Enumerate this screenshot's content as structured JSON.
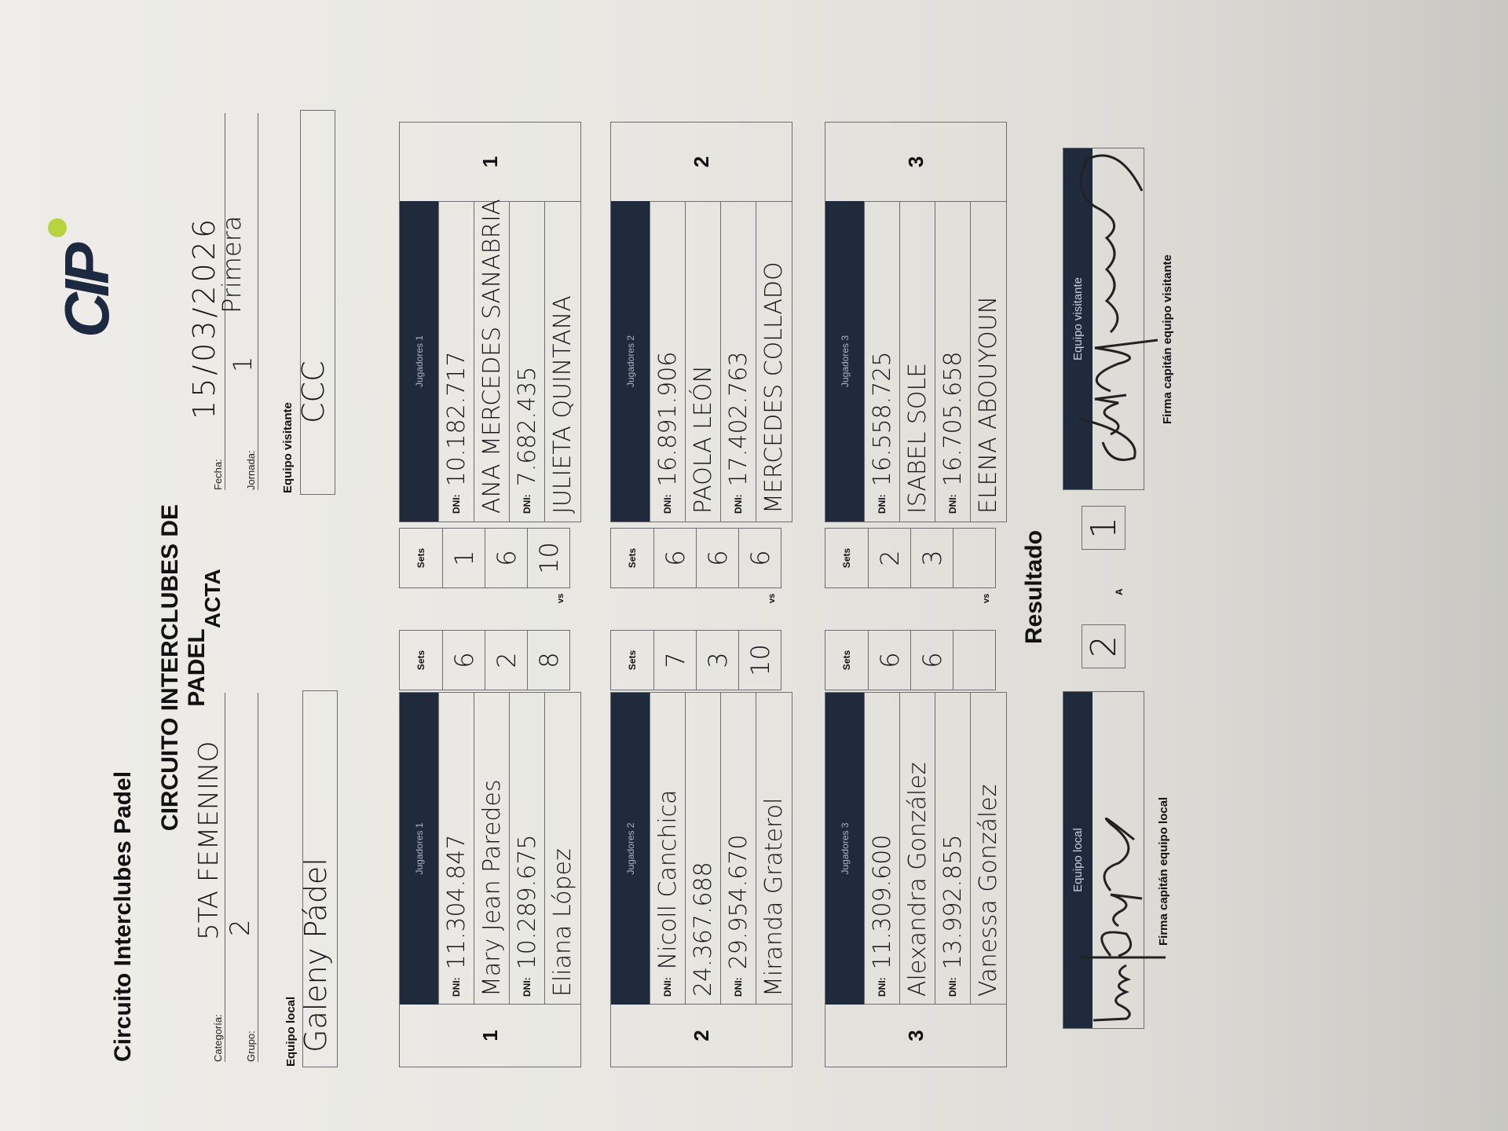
{
  "header": {
    "org_title": "Circuito Interclubes Padel",
    "main_title": "CIRCUITO INTERCLUBES DE PADEL",
    "subtitle": "ACTA",
    "logo_text": "CIP"
  },
  "fields": {
    "categoria_label": "Categoría:",
    "categoria": "5TA FEMENINO",
    "grupo_label": "Grupo:",
    "grupo": "2",
    "fecha_label": "Fecha:",
    "fecha": "15/03/2026",
    "jornada_label": "Jornada:",
    "jornada": "1",
    "jornada_extra": "Primera",
    "equipo_local_label": "Equipo local",
    "equipo_local": "Galeny Pádel",
    "equipo_visitante_label": "Equipo visitante",
    "equipo_visitante": "CCC"
  },
  "labels": {
    "dni": "DNI:",
    "sets": "Sets",
    "vs": "vs"
  },
  "pairs": [
    {
      "number": "1",
      "home": {
        "header": "Jugadores 1",
        "rows": [
          "11.304.847",
          "Mary Jean Paredes",
          "10.289.675",
          "Eliana López"
        ],
        "sets": [
          "6",
          "2",
          "8"
        ]
      },
      "away": {
        "header": "Jugadores 1",
        "rows": [
          "10.182.717",
          "ANA MERCEDES SANABRIA",
          "7.682.435",
          "JULIETA QUINTANA"
        ],
        "sets": [
          "1",
          "6",
          "10"
        ]
      }
    },
    {
      "number": "2",
      "home": {
        "header": "Jugadores 2",
        "rows": [
          "Nicoll Canchica",
          "24.367.688",
          "29.954.670",
          "Miranda Graterol"
        ],
        "sets": [
          "7",
          "3",
          "10"
        ]
      },
      "away": {
        "header": "Jugadores 2",
        "rows": [
          "16.891.906",
          "PAOLA LEÓN",
          "17.402.763",
          "MERCEDES COLLADO"
        ],
        "sets": [
          "6",
          "6",
          "6"
        ]
      }
    },
    {
      "number": "3",
      "home": {
        "header": "Jugadores 3",
        "rows": [
          "11.309.600",
          "Alexandra González",
          "13.992.855",
          "Vanessa González"
        ],
        "sets": [
          "6",
          "6",
          ""
        ]
      },
      "away": {
        "header": "Jugadores 3",
        "rows": [
          "16.558.725",
          "ISABEL SOLE",
          "16.705.658",
          "ELENA ABOUYOUN"
        ],
        "sets": [
          "2",
          "3",
          ""
        ]
      }
    }
  ],
  "result": {
    "label": "Resultado",
    "home": "2",
    "separator": "A",
    "away": "1"
  },
  "signatures": {
    "home_header": "Equipo local",
    "home_caption": "Firma capitán equipo local",
    "away_header": "Equipo visitante",
    "away_caption": "Firma capitán equipo visitante"
  },
  "colors": {
    "header_dark": "#1f2a3c",
    "logo_ball": "#b9d43a"
  }
}
